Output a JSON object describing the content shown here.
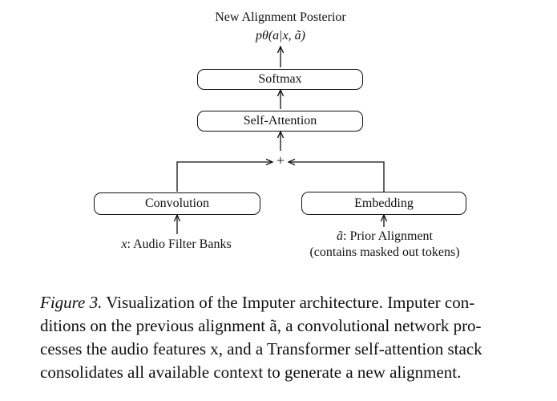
{
  "diagram": {
    "output": {
      "title": "New Alignment Posterior",
      "formula": "pθ(a|x, ã)"
    },
    "nodes": {
      "softmax": "Softmax",
      "self_attention": "Self-Attention",
      "plus": "+",
      "convolution": "Convolution",
      "embedding": "Embedding"
    },
    "inputs": {
      "audio_var": "x",
      "audio_label": ": Audio Filter Banks",
      "prior_var": "ã",
      "prior_label": ": Prior Alignment",
      "prior_note": "(contains masked out tokens)"
    }
  },
  "caption": {
    "prefix": "Figure 3.",
    "line1": " Visualization of the Imputer architecture.  Imputer con-",
    "line2": "ditions on the previous alignment ã, a convolutional network pro-",
    "line3": "cesses the audio features x, and a Transformer self-attention stack",
    "line4": "consolidates all available context to generate a new alignment."
  }
}
